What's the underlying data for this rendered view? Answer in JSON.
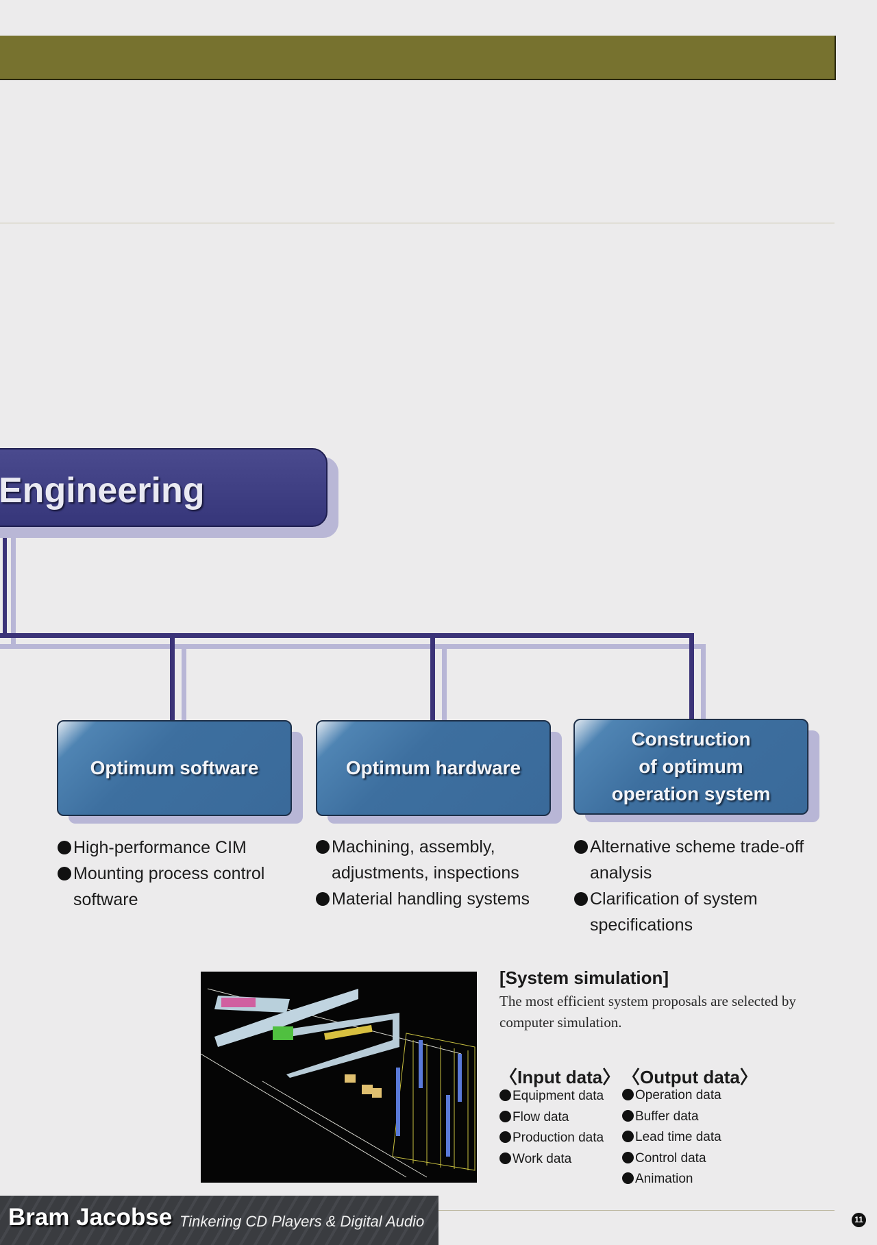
{
  "heading": "Engineering",
  "boxes": [
    {
      "title": "Optimum software",
      "bullets": [
        "High-performance CIM",
        "Mounting process control software"
      ]
    },
    {
      "title": "Optimum hardware",
      "bullets": [
        "Machining, assembly, adjustments, inspections",
        "Material handling systems"
      ]
    },
    {
      "title_lines": [
        "Construction",
        "of optimum",
        "operation system"
      ],
      "bullets": [
        "Alternative scheme trade-off analysis",
        "Clarification of system specifications"
      ]
    }
  ],
  "simulation": {
    "title": "[System simulation]",
    "description": "The most efficient system proposals are selected by computer simulation.",
    "input_heading": "〈Input data〉",
    "input_items": [
      "Equipment data",
      "Flow data",
      "Production data",
      "Work data"
    ],
    "output_heading": "〈Output data〉",
    "output_items": [
      "Operation data",
      "Buffer data",
      "Lead time data",
      "Control data",
      "Animation"
    ]
  },
  "footer": {
    "name": "Bram Jacobse",
    "subtitle": "Tinkering CD Players & Digital Audio"
  },
  "page_number": "11",
  "colors": {
    "olive_bar": "#77722f",
    "heading_box": "#3a3a7e",
    "sub_box": "#3d6f9f",
    "connector": "#3b3378"
  }
}
